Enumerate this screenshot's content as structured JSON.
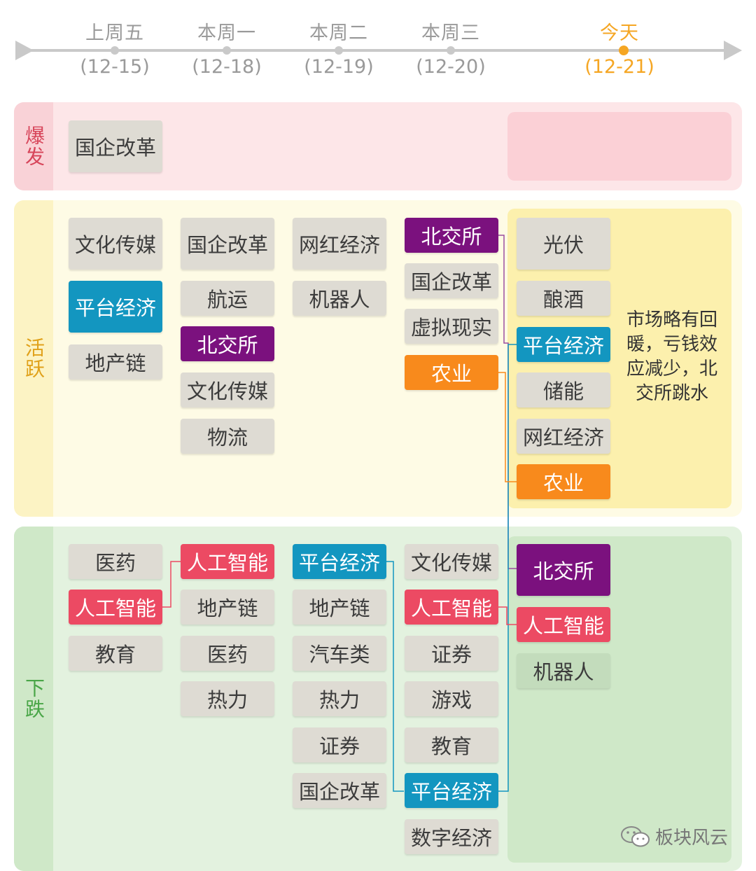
{
  "colors": {
    "default_tag": "#dedbd3",
    "beijiaosuo": "#7b117e",
    "pingtai": "#1396c0",
    "nongye": "#f88a1c",
    "ai": "#ec4a63",
    "today": "#f5a623"
  },
  "timeline": [
    {
      "label": "上周五",
      "date": "(12-15)",
      "today": false
    },
    {
      "label": "本周一",
      "date": "(12-18)",
      "today": false
    },
    {
      "label": "本周二",
      "date": "(12-19)",
      "today": false
    },
    {
      "label": "本周三",
      "date": "(12-20)",
      "today": false
    },
    {
      "label": "今天",
      "date": "(12-21)",
      "today": true
    }
  ],
  "bands": [
    {
      "key": "explode",
      "label": "爆发"
    },
    {
      "key": "active",
      "label": "活跃"
    },
    {
      "key": "down",
      "label": "下跌"
    }
  ],
  "columns": {
    "explode": [
      [
        "国企改革"
      ],
      [],
      [],
      [],
      []
    ],
    "active": [
      [
        "文化传媒",
        "平台经济",
        "地产链"
      ],
      [
        "国企改革",
        "航运",
        "北交所",
        "文化传媒",
        "物流"
      ],
      [
        "网红经济",
        "机器人"
      ],
      [
        "北交所",
        "国企改革",
        "虚拟现实",
        "农业"
      ],
      [
        "光伏",
        "酿酒",
        "平台经济",
        "储能",
        "网红经济",
        "农业"
      ]
    ],
    "down": [
      [
        "医药",
        "人工智能",
        "教育"
      ],
      [
        "人工智能",
        "地产链",
        "医药",
        "热力"
      ],
      [
        "平台经济",
        "地产链",
        "汽车类",
        "热力",
        "证券",
        "国企改革"
      ],
      [
        "文化传媒",
        "人工智能",
        "证券",
        "游戏",
        "教育",
        "平台经济",
        "数字经济"
      ],
      [
        "北交所",
        "人工智能",
        "机器人"
      ]
    ]
  },
  "note": "市场略有回暖，亏钱效应减少，北交所跳水",
  "watermark": "板块风云",
  "icons": {
    "watermark_icon": "wechat-icon"
  }
}
